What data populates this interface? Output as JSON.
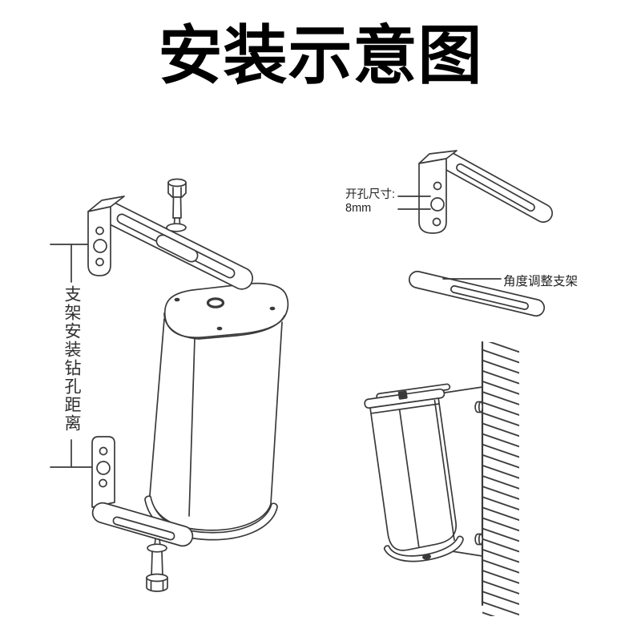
{
  "title": "安装示意图",
  "labels": {
    "bracket_hole_distance": "支架安装钻孔距离",
    "hole_size_line1": "开孔尺寸:",
    "hole_size_line2": "8mm",
    "angle_bracket": "角度调整支架"
  },
  "colors": {
    "background": "#ffffff",
    "line": "#3a3a3a",
    "title_text": "#000000",
    "label_text": "#222222"
  },
  "illustrations": {
    "main": "exploded view of column speaker with top and bottom L-brackets, slotted arms, bolts and washers",
    "top_right": "L-shaped wall bracket with three drill holes and slotted arm",
    "middle_right": "slotted angle-adjustment bar",
    "bottom_right": "speaker tilted on angle bracket mounted to hatched wall"
  }
}
